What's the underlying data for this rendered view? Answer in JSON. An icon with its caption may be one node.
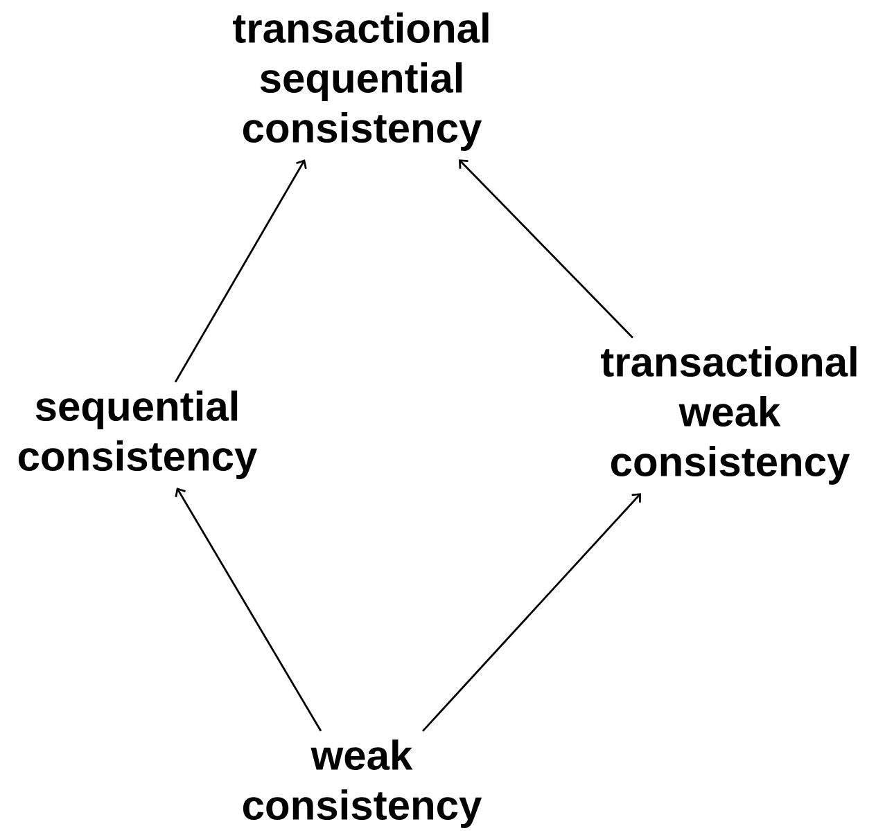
{
  "diagram": {
    "nodes": [
      {
        "text": [
          "transactional sequential consistency"
        ]
      },
      {
        "text": [
          "sequential consistency"
        ]
      },
      {
        "text": [
          "transactional weak consistency"
        ]
      },
      {
        "text": [
          "weak consistency"
        ]
      }
    ],
    "edges": [
      {
        "from": 1,
        "to": 0,
        "arrow": "to"
      },
      {
        "from": 2,
        "to": 0,
        "arrow": "to"
      },
      {
        "from": 3,
        "to": 1,
        "arrow": "to"
      },
      {
        "from": 3,
        "to": 2,
        "arrow": "to"
      }
    ]
  }
}
